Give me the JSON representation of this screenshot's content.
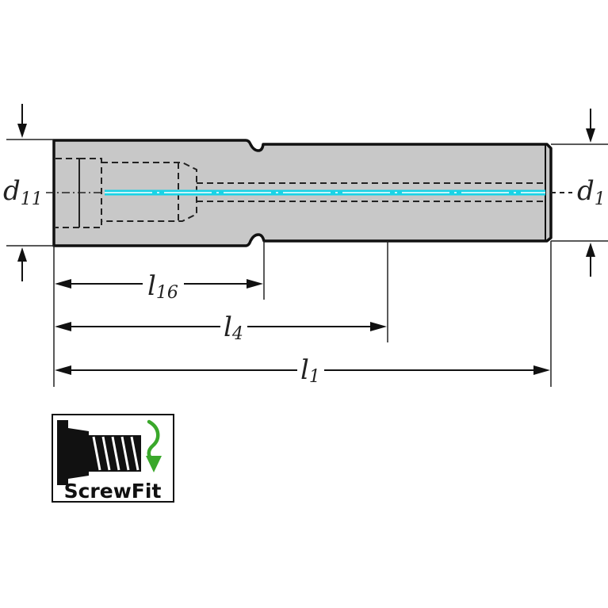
{
  "colors": {
    "body_fill": "#c8c8c8",
    "outline": "#111111",
    "coolant": "#19d3e6",
    "logo_arrow": "#3aa82b"
  },
  "labels": {
    "d11": {
      "main": "d",
      "sub": "11"
    },
    "d1": {
      "main": "d",
      "sub": "1"
    },
    "l16": {
      "main": "l",
      "sub": "16"
    },
    "l4": {
      "main": "l",
      "sub": "4"
    },
    "l1": {
      "main": "l",
      "sub": "1"
    }
  },
  "logo": {
    "text": "ScrewFit",
    "icons": [
      "screw-thread-icon",
      "rotate-arrow-icon"
    ]
  }
}
